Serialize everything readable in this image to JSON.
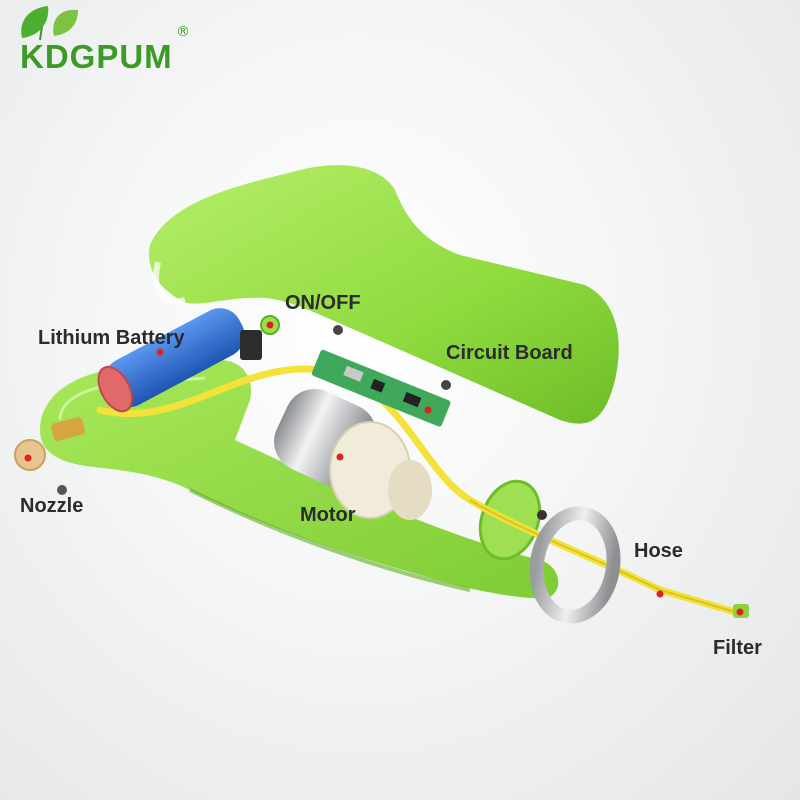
{
  "brand": {
    "name": "KDGPUM",
    "registered_mark": "®",
    "color": "#3c9a27",
    "icon": "leaf-icon"
  },
  "labels": {
    "on_off": "ON/OFF",
    "lithium_battery": "Lithium Battery",
    "circuit_board": "Circuit Board",
    "nozzle": "Nozzle",
    "motor": "Motor",
    "hose": "Hose",
    "filter": "Filter"
  },
  "colors": {
    "body_green": "#9be04a",
    "hose_yellow": "#f2e23a",
    "battery_blue": "#2f6fd1",
    "marker_red": "#e02020"
  }
}
